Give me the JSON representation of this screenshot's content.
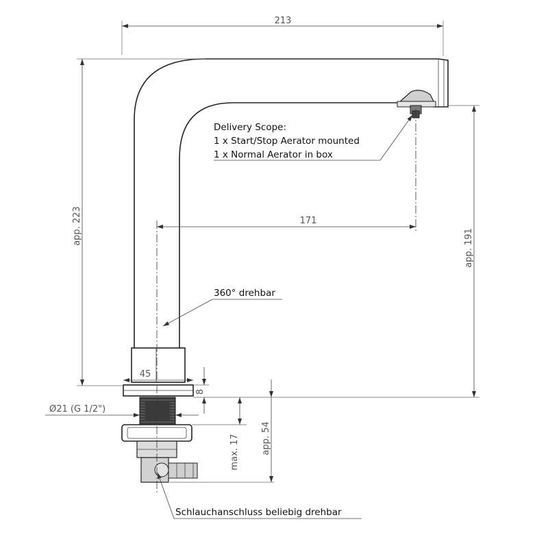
{
  "dimensions": {
    "overall_width": "213",
    "spout_reach": "171",
    "total_height": "app. 223",
    "spout_height": "app. 191",
    "base_diameter": "45",
    "base_height": "8",
    "thread": "Ø21 (G 1/2\")",
    "max_mount": "max. 17",
    "below_mount": "app. 54"
  },
  "notes": {
    "delivery_title": "Delivery Scope:",
    "delivery_line1": "1 x Start/Stop Aerator mounted",
    "delivery_line2": "1 x Normal Aerator in box",
    "swivel": "360° drehbar",
    "hose": "Schlauchanschluss beliebig drehbar"
  }
}
